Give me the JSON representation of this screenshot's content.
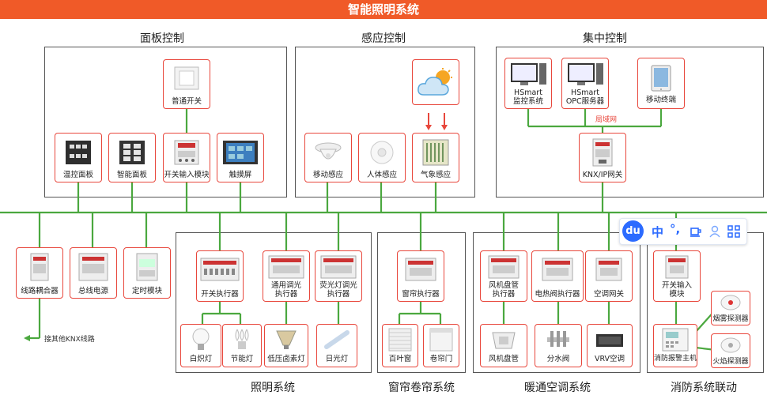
{
  "title": "智能照明系统",
  "sections": {
    "panel": "面板控制",
    "sensor": "感应控制",
    "central": "集中控制",
    "lighting": "照明系统",
    "curtain": "窗帘卷帘系统",
    "hvac": "暖通空调系统",
    "fire": "消防系统联动"
  },
  "panel_devices": {
    "switch": "普通开关",
    "thermo": "温控面板",
    "smart": "智能面板",
    "input": "开关输入模块",
    "touch": "触摸屏"
  },
  "sensor_devices": {
    "motion": "移动感应",
    "human": "人体感应",
    "weather": "气象感应"
  },
  "central_devices": {
    "hsmart1_a": "HSmart",
    "hsmart1_b": "监控系统",
    "hsmart2_a": "HSmart",
    "hsmart2_b": "OPC服务器",
    "mobile": "移动终端",
    "lan": "局域网",
    "gateway": "KNX/IP网关"
  },
  "bus_devices": {
    "coupler": "线路耦合器",
    "power": "总线电源",
    "timer": "定时模块",
    "other_line": "接其他KNX线路"
  },
  "lighting_devices": {
    "switch_actuator": "开关执行器",
    "dimmer_a": "通用调光",
    "dimmer_b": "执行器",
    "fluor_a": "荧光灯调光",
    "fluor_b": "执行器",
    "incandescent": "白炽灯",
    "cfl": "节能灯",
    "halogen": "低压卤素灯",
    "tube": "日光灯"
  },
  "curtain_devices": {
    "actuator": "窗帘执行器",
    "blind": "百叶窗",
    "roller": "卷帘门"
  },
  "hvac_devices": {
    "fan_a": "风机盘管",
    "fan_b": "执行器",
    "valve": "电热阀执行器",
    "ac_gateway": "空调网关",
    "fan_coil": "风机盘管",
    "water_valve": "分水阀",
    "vrv": "VRV空调"
  },
  "fire_devices": {
    "input_a": "开关输入",
    "input_b": "模块",
    "smoke": "烟雾探测器",
    "alarm": "消防报警主机",
    "flame": "火焰探测器"
  },
  "toolbar": {
    "logo": "du",
    "lang": "中",
    "punct": "°,"
  },
  "colors": {
    "accent": "#f05a28",
    "bus": "#4ba83f",
    "device_border": "#e8473c",
    "toolbar_blue": "#2c6bff"
  }
}
